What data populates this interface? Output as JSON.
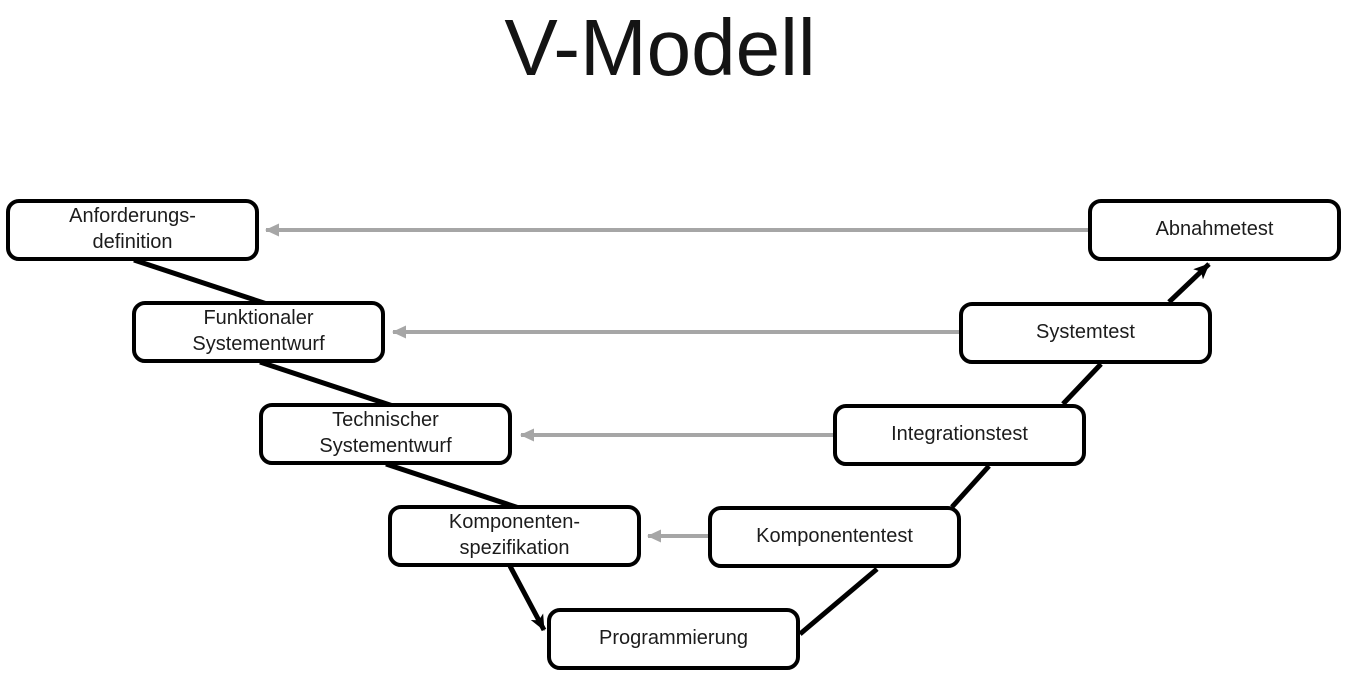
{
  "title": "V-Modell",
  "colors": {
    "box_border": "#000000",
    "box_fill": "#ffffff",
    "text": "#1c1c1c",
    "development_arrow": "#000000",
    "verification_arrow": "#a6a6a6"
  },
  "nodes": {
    "anforderungsdefinition": {
      "label": "Anforderungs-\ndefinition"
    },
    "funktionaler_systementwurf": {
      "label": "Funktionaler\nSystementwurf"
    },
    "technischer_systementwurf": {
      "label": "Technischer\nSystementwurf"
    },
    "komponenten_spezifikation": {
      "label": "Komponenten-\nspezifikation"
    },
    "programmierung": {
      "label": "Programmierung"
    },
    "komponententest": {
      "label": "Komponententest"
    },
    "integrationstest": {
      "label": "Integrationstest"
    },
    "systemtest": {
      "label": "Systemtest"
    },
    "abnahmetest": {
      "label": "Abnahmetest"
    }
  },
  "edges": {
    "development_flow": [
      {
        "from": "Anforderungsdefinition",
        "to": "Funktionaler Systementwurf",
        "color": "#000000",
        "arrowhead": false
      },
      {
        "from": "Funktionaler Systementwurf",
        "to": "Technischer Systementwurf",
        "color": "#000000",
        "arrowhead": false
      },
      {
        "from": "Technischer Systementwurf",
        "to": "Komponenten-spezifikation",
        "color": "#000000",
        "arrowhead": false
      },
      {
        "from": "Komponenten-spezifikation",
        "to": "Programmierung",
        "color": "#000000",
        "arrowhead": true
      },
      {
        "from": "Programmierung",
        "to": "Komponententest",
        "color": "#000000",
        "arrowhead": false
      },
      {
        "from": "Komponententest",
        "to": "Integrationstest",
        "color": "#000000",
        "arrowhead": false
      },
      {
        "from": "Integrationstest",
        "to": "Systemtest",
        "color": "#000000",
        "arrowhead": false
      },
      {
        "from": "Systemtest",
        "to": "Abnahmetest",
        "color": "#000000",
        "arrowhead": true
      }
    ],
    "verification_links": [
      {
        "from": "Abnahmetest",
        "to": "Anforderungsdefinition",
        "color": "#a6a6a6",
        "arrowhead": true
      },
      {
        "from": "Systemtest",
        "to": "Funktionaler Systementwurf",
        "color": "#a6a6a6",
        "arrowhead": true
      },
      {
        "from": "Integrationstest",
        "to": "Technischer Systementwurf",
        "color": "#a6a6a6",
        "arrowhead": true
      },
      {
        "from": "Komponententest",
        "to": "Komponenten-spezifikation",
        "color": "#a6a6a6",
        "arrowhead": true
      }
    ]
  }
}
